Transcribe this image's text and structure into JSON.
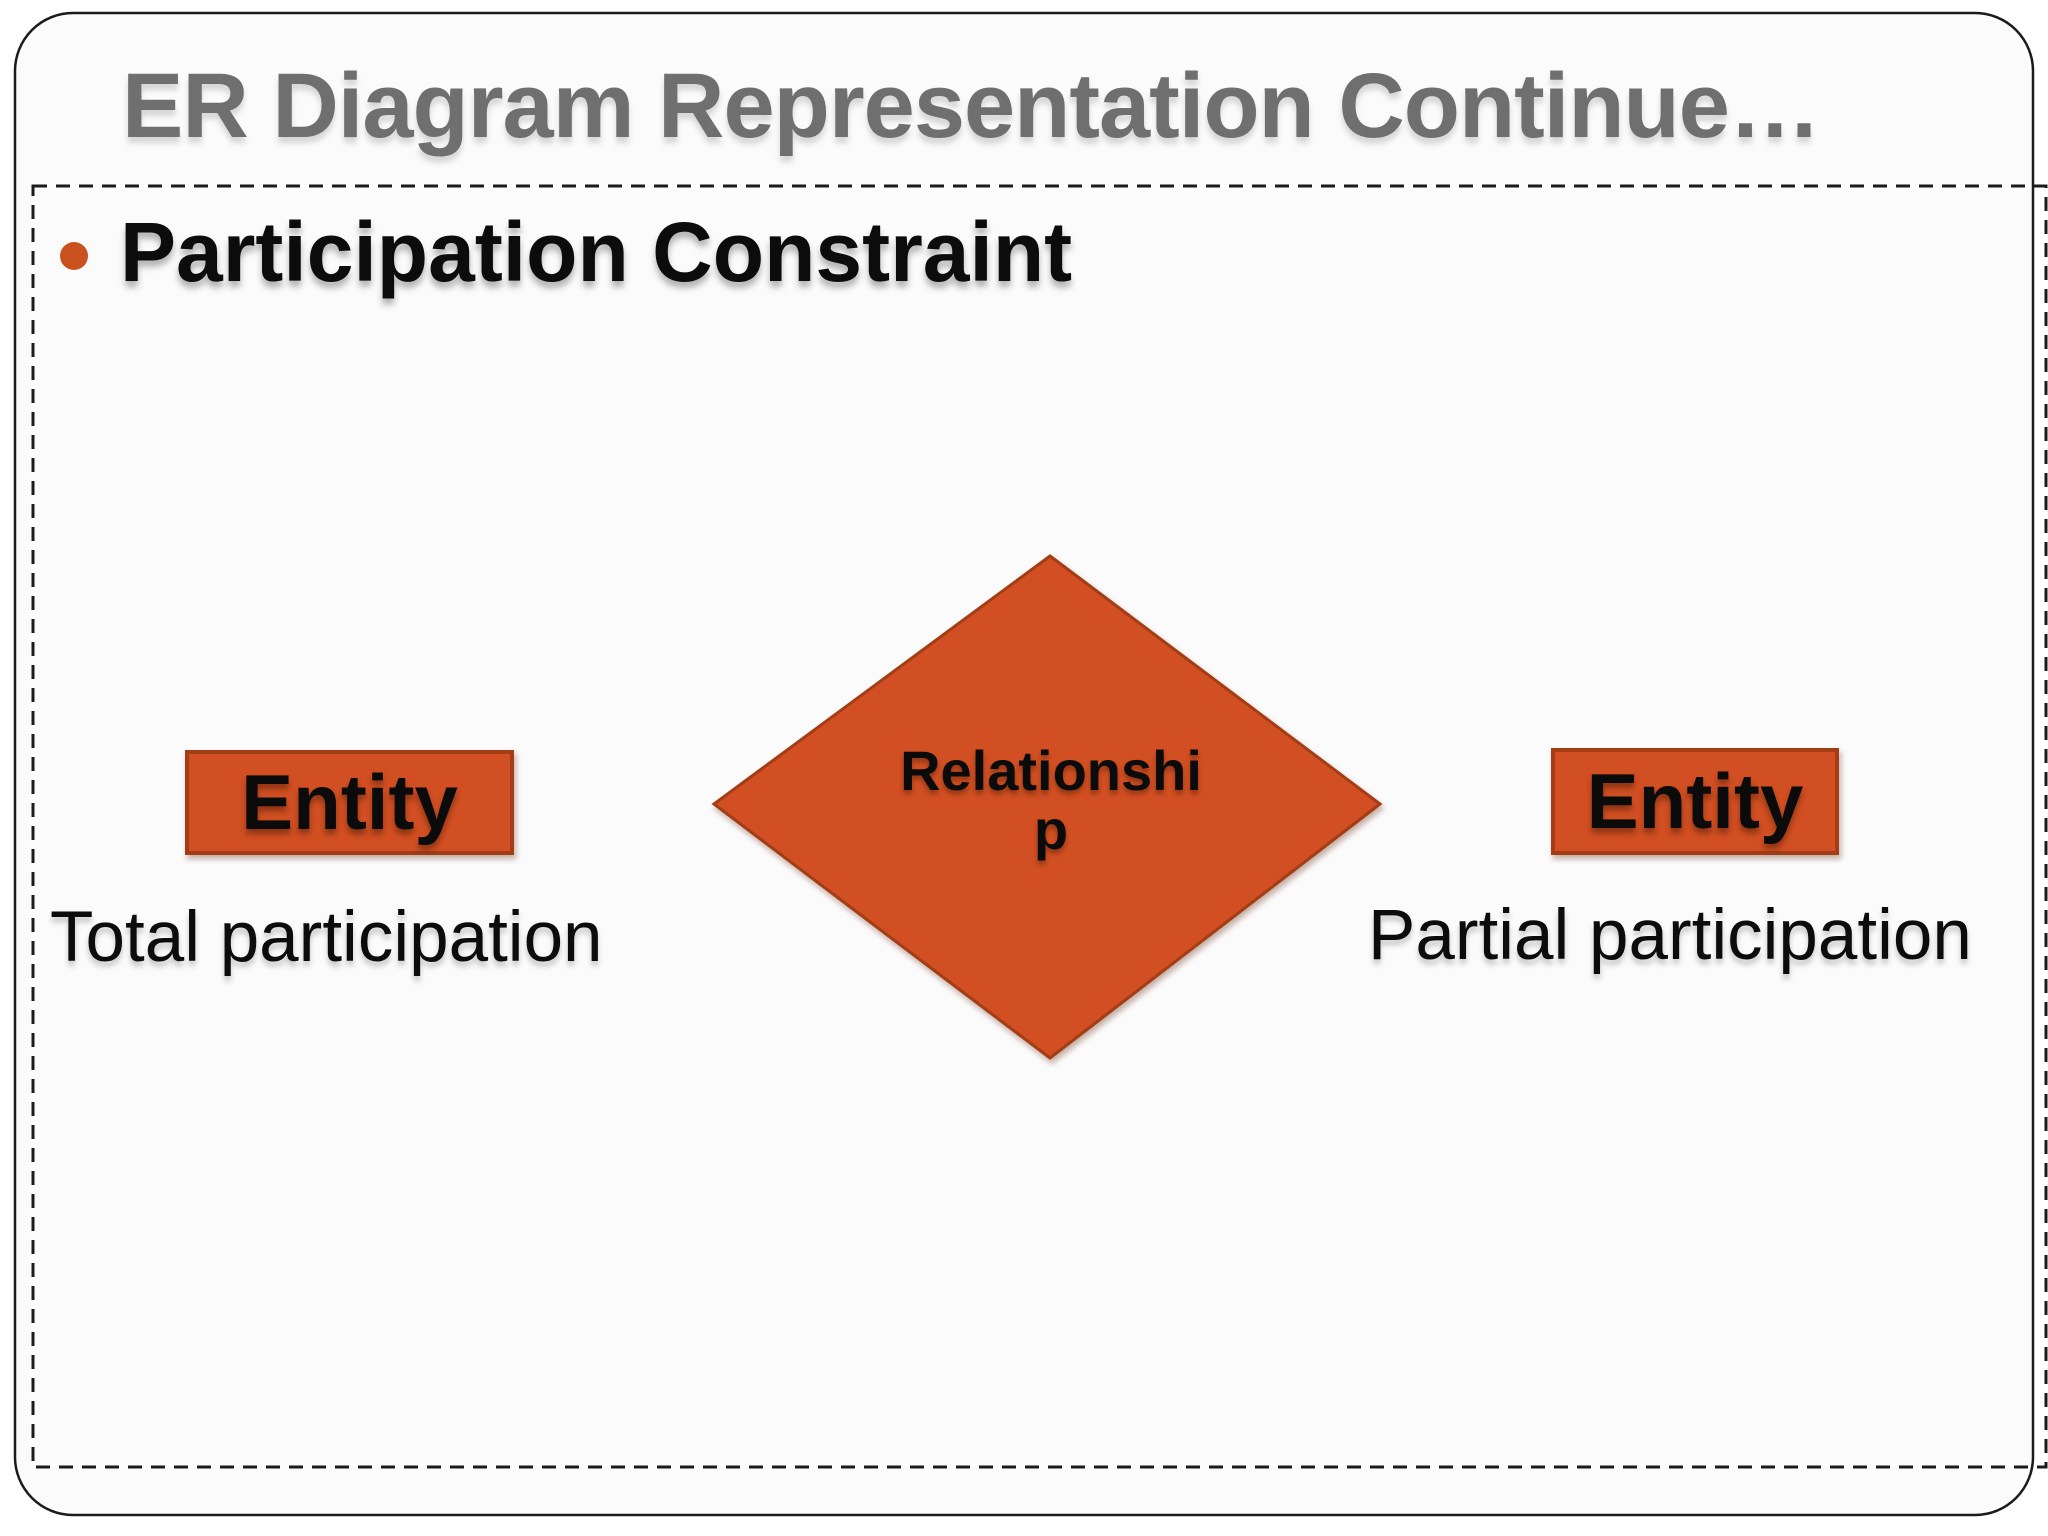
{
  "slide": {
    "title": "ER Diagram Representation Continue…",
    "bullet_heading": "Participation Constraint"
  },
  "diagram": {
    "left_entity_label": "Entity",
    "right_entity_label": "Entity",
    "relationship_line1": "Relationshi",
    "relationship_line2": "p",
    "left_caption": "Total participation",
    "right_caption": "Partial participation",
    "left_connector_type": "double-line (total participation)",
    "right_connector_type": "single-line (partial participation)"
  },
  "colors": {
    "shape_fill": "#d14f20",
    "shape_stroke": "#a23c12",
    "line_black": "#0d0d0d",
    "bullet_orange": "#c8511f",
    "border_black": "#1b1b1b",
    "slide_bg": "#fbfbfb",
    "title_gray": "#6f6f6f"
  }
}
